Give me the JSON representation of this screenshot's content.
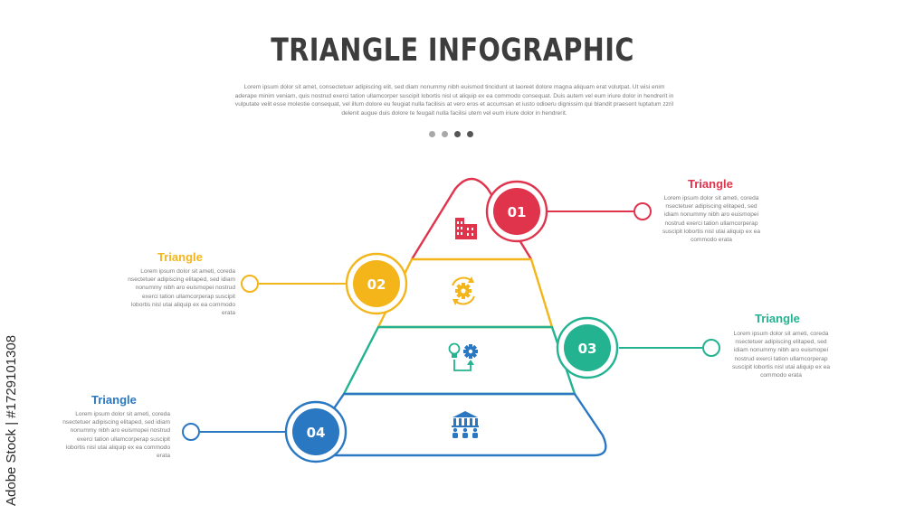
{
  "header": {
    "title": "TRIANGLE INFOGRAPHIC",
    "description": "Lorem ipsum dolor sit amet, consectetuer adipiscing elit, sed diam nonummy nibh euismod tincidunt ut laoreet dolore magna aliquam erat volutpat. Ut wisi enim aderape minim veniam, quis nostrud exerci tation ullamcorper suscipit lobortis nisl ut aliquip ex ea commodo consequat. Duis autem vel eum iriure dolor in hendrerit in vulputate velit esse molestie consequat, vel illum dolore eu feugiat nulla facilisis at vero eros et accumsan et iusto odioeru dignissim qui blandit praesent luptatum zzril delenit augue duis dolore te feugait nulla facilisi utem vel eum iriure dolor in hendrerit.",
    "pager": {
      "total": 4,
      "active": 4
    }
  },
  "steps": [
    {
      "number": "01",
      "heading": "Triangle",
      "icon": "building-icon",
      "color": "#e0334c",
      "text": "Lorem ipsum dolor sit ameti, coreda nsectetuer adipiscing elitaped, sed idiam nonummy nibh aro euismopei nostrud exerci tation ullamcorperap suscipit lobortis nisl utai aliquip ex ea commodo erata"
    },
    {
      "number": "02",
      "heading": "Triangle",
      "icon": "gear-cycle-icon",
      "color": "#f3b51a",
      "text": "Lorem ipsum dolor sit ameti, coreda nsectetuer adipiscing elitaped, sed idiam nonummy nibh aro euismopei nostrud exerci tation ullamcorperap suscipit lobortis nisl utai aliquip ex ea commodo erata"
    },
    {
      "number": "03",
      "heading": "Triangle",
      "icon": "idea-gear-icon",
      "color": "#23b391",
      "text": "Lorem ipsum dolor sit ameti, coreda nsectetuer adipiscing elitaped, sed idiam nonummy nibh aro euismopei nostrud exerci tation ullamcorperap suscipit lobortis nisl utai aliquip ex ea commodo erata"
    },
    {
      "number": "04",
      "heading": "Triangle",
      "icon": "institution-people-icon",
      "color": "#2a78c2",
      "text": "Lorem ipsum dolor sit ameti, coreda nsectetuer adipiscing elitaped, sed idiam nonummy nibh aro euismopei nostrud exerci tation ullamcorperap suscipit lobortis nisl utai aliquip ex ea commodo erata"
    }
  ],
  "watermark": {
    "text": "Adobe Stock | #1729101308"
  }
}
